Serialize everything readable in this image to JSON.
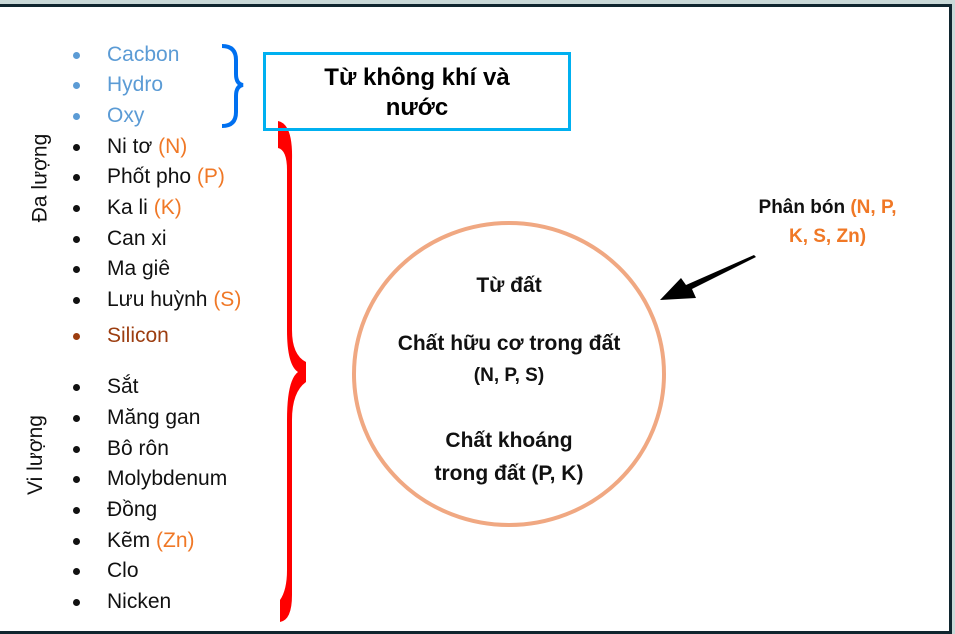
{
  "macro_label": "Đa lượng",
  "micro_label": "Vi lượng",
  "air_water_elements": [
    "Cacbon",
    "Hydro",
    "Oxy"
  ],
  "macro_elements": [
    {
      "name": "Ni tơ",
      "symbol": "(N)"
    },
    {
      "name": "Phốt pho",
      "symbol": "(P)"
    },
    {
      "name": "Ka li",
      "symbol": "(K)"
    },
    {
      "name": "Can xi",
      "symbol": null
    },
    {
      "name": "Ma giê",
      "symbol": null
    },
    {
      "name": "Lưu huỳnh",
      "symbol": "(S)"
    }
  ],
  "beneficial_element": "Silicon",
  "micro_elements": [
    {
      "name": "Sắt",
      "symbol": null
    },
    {
      "name": "Măng gan",
      "symbol": null
    },
    {
      "name": "Bô rôn",
      "symbol": null
    },
    {
      "name": "Molybdenum",
      "symbol": null
    },
    {
      "name": "Đồng",
      "symbol": null
    },
    {
      "name": "Kẽm",
      "symbol": "(Zn)"
    },
    {
      "name": "Clo",
      "symbol": null
    },
    {
      "name": "Nicken",
      "symbol": null
    }
  ],
  "air_water_box": {
    "line1": "Từ không khí và",
    "line2": "nước"
  },
  "soil_circle": {
    "title": "Từ đất",
    "organic_line1": "Chất hữu cơ trong đất",
    "organic_line2": "(N, P, S)",
    "mineral_line1": "Chất khoáng",
    "mineral_line2": "trong đất (P, K)"
  },
  "fertilizer": {
    "label": "Phân bón",
    "elements_line1": "(N, P,",
    "elements_line2": "K, S, Zn)"
  },
  "colors": {
    "blue_text": "#5b9bd5",
    "orange": "#f07826",
    "brown": "#9c3d10",
    "red_brace": "#ff0000",
    "blue_brace": "#0070f0",
    "box_border": "#00b0f0",
    "circle": "#f0a882"
  }
}
